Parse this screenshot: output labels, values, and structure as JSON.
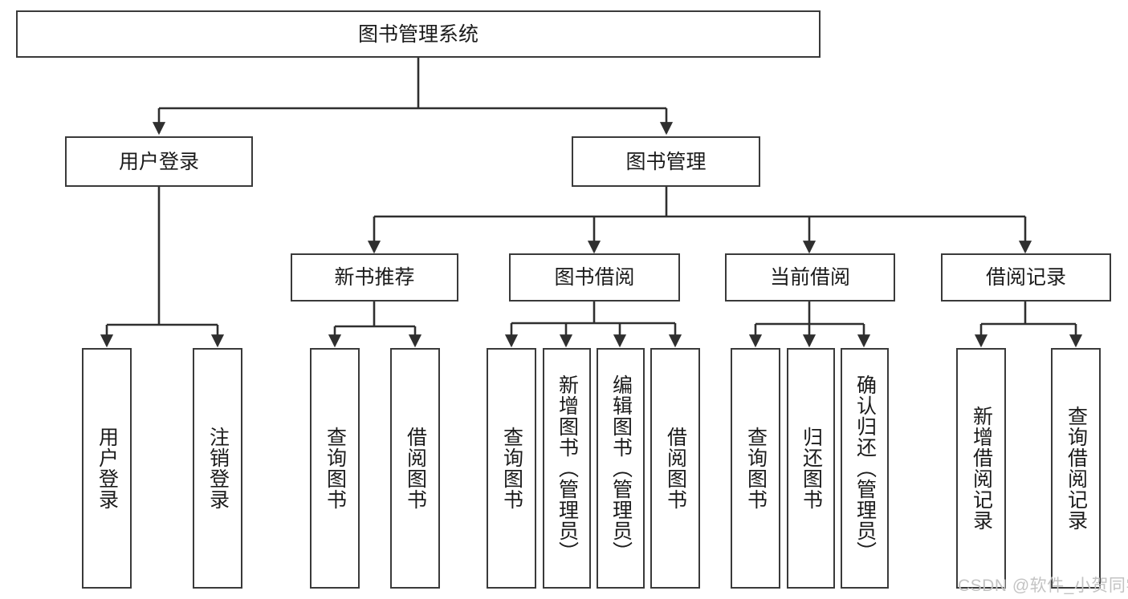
{
  "diagram": {
    "title": "图书管理系统",
    "type": "tree-hierarchy-chart",
    "root": {
      "label": "图书管理系统"
    },
    "level2": [
      {
        "label": "用户登录"
      },
      {
        "label": "图书管理"
      }
    ],
    "level3": [
      {
        "label": "新书推荐"
      },
      {
        "label": "图书借阅"
      },
      {
        "label": "当前借阅"
      },
      {
        "label": "借阅记录"
      }
    ],
    "leaves": {
      "user_login": [
        {
          "label": "用户登录"
        },
        {
          "label": "注销登录"
        }
      ],
      "new_book_recommend": [
        {
          "label": "查询图书"
        },
        {
          "label": "借阅图书"
        }
      ],
      "book_borrow": [
        {
          "label": "查询图书"
        },
        {
          "label": "新增图书（管理员）"
        },
        {
          "label": "编辑图书（管理员）"
        },
        {
          "label": "借阅图书"
        }
      ],
      "current_borrow": [
        {
          "label": "查询图书"
        },
        {
          "label": "归还图书"
        },
        {
          "label": "确认归还（管理员）"
        }
      ],
      "borrow_record": [
        {
          "label": "新增借阅记录"
        },
        {
          "label": "查询借阅记录"
        }
      ]
    }
  },
  "watermark": {
    "text": "CSDN @软件_小贺同学"
  },
  "colors": {
    "stroke": "#3a3a3a",
    "fill": "#ffffff",
    "text": "#1b1b1b",
    "watermark": "#c3c3c3"
  }
}
